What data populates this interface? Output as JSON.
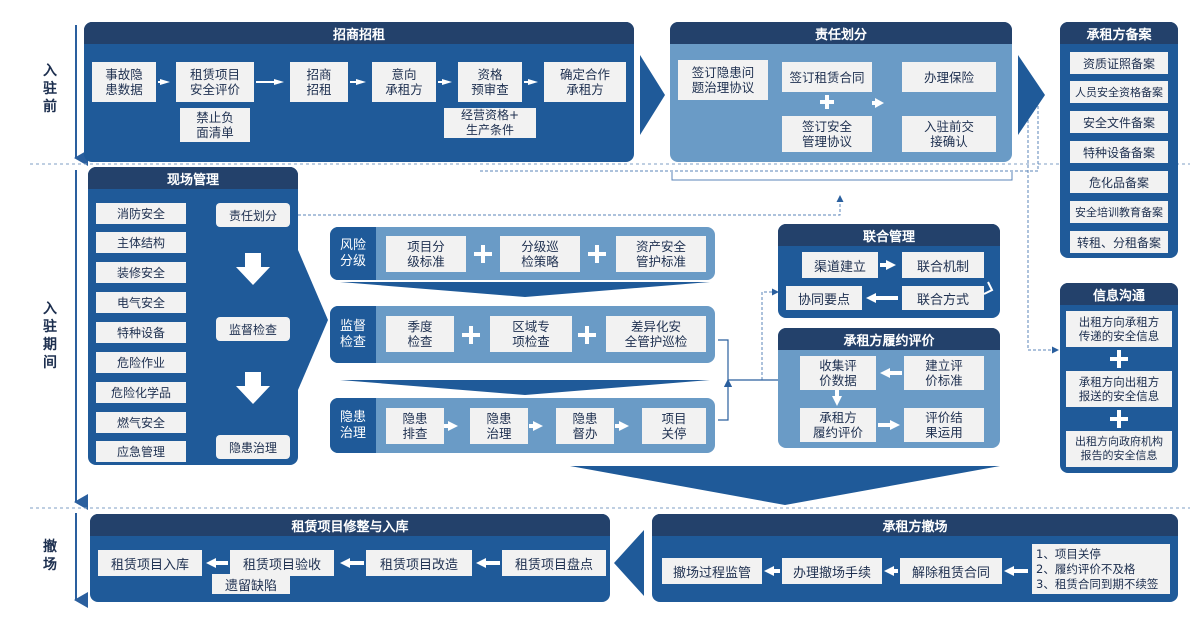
{
  "phases": {
    "before": "入\n驻\n前",
    "during": "入\n驻\n期\n间",
    "exit": "撤\n场"
  },
  "zhaoshang": {
    "title": "招商招租",
    "b1": "事故隐\n患数据",
    "b2": "租赁项目\n安全评价",
    "b3": "禁止负\n面清单",
    "b4": "招商\n招租",
    "b5": "意向\n承租方",
    "b6": "资格\n预审查",
    "b7": "经营资格+\n生产条件",
    "b8": "确定合作\n承租方"
  },
  "zeren": {
    "title": "责任划分",
    "b1": "签订隐患问\n题治理协议",
    "b2": "签订租赁合同",
    "b3": "签订安全\n管理协议",
    "b4": "办理保险",
    "b5": "入驻前交\n接确认"
  },
  "beian": {
    "title": "承租方备案",
    "items": [
      "资质证照备案",
      "人员安全资格备案",
      "安全文件备案",
      "特种设备备案",
      "危化品备案",
      "安全培训教育备案",
      "转租、分租备案"
    ]
  },
  "xianchang": {
    "title": "现场管理",
    "items": [
      "消防安全",
      "主体结构",
      "装修安全",
      "电气安全",
      "特种设备",
      "危险作业",
      "危险化学品",
      "燃气安全",
      "应急管理"
    ],
    "steps": [
      "责任划分",
      "监督检查",
      "隐患治理"
    ]
  },
  "rows": {
    "r1": {
      "label": "风险\n分级",
      "items": [
        "项目分\n级标准",
        "分级巡\n检策略",
        "资产安全\n管护标准"
      ]
    },
    "r2": {
      "label": "监督\n检查",
      "items": [
        "季度\n检查",
        "区域专\n项检查",
        "差异化安\n全管护巡检"
      ]
    },
    "r3": {
      "label": "隐患\n治理",
      "items": [
        "隐患\n排查",
        "隐患\n治理",
        "隐患\n督办",
        "项目\n关停"
      ]
    }
  },
  "lianhe": {
    "title": "联合管理",
    "items": [
      "渠道建立",
      "联合机制",
      "联合方式",
      "协同要点"
    ]
  },
  "lvyue": {
    "title": "承租方履约评价",
    "items": [
      "建立评\n价标准",
      "收集评\n价数据",
      "承租方\n履约评价",
      "评价结\n果运用"
    ]
  },
  "xinxi": {
    "title": "信息沟通",
    "items": [
      "出租方向承租方\n传递的安全信息",
      "承租方向出租方\n报送的安全信息",
      "出租方向政府机构\n报告的安全信息"
    ]
  },
  "chechang": {
    "title": "承租方撤场",
    "reasons": "1、项目关停\n2、履约评价不及格\n3、租赁合同到期不续签",
    "items": [
      "解除租赁合同",
      "办理撤场手续",
      "撤场过程监管"
    ]
  },
  "xiuzheng": {
    "title": "租赁项目修整与入库",
    "items": [
      "租赁项目盘点",
      "租赁项目改造",
      "租赁项目验收",
      "遗留缺陷",
      "租赁项目入库"
    ]
  },
  "colors": {
    "dark": "#1f5a99",
    "mid": "#6a9bc6",
    "header": "#23416b",
    "box": "#f2f2f2"
  }
}
